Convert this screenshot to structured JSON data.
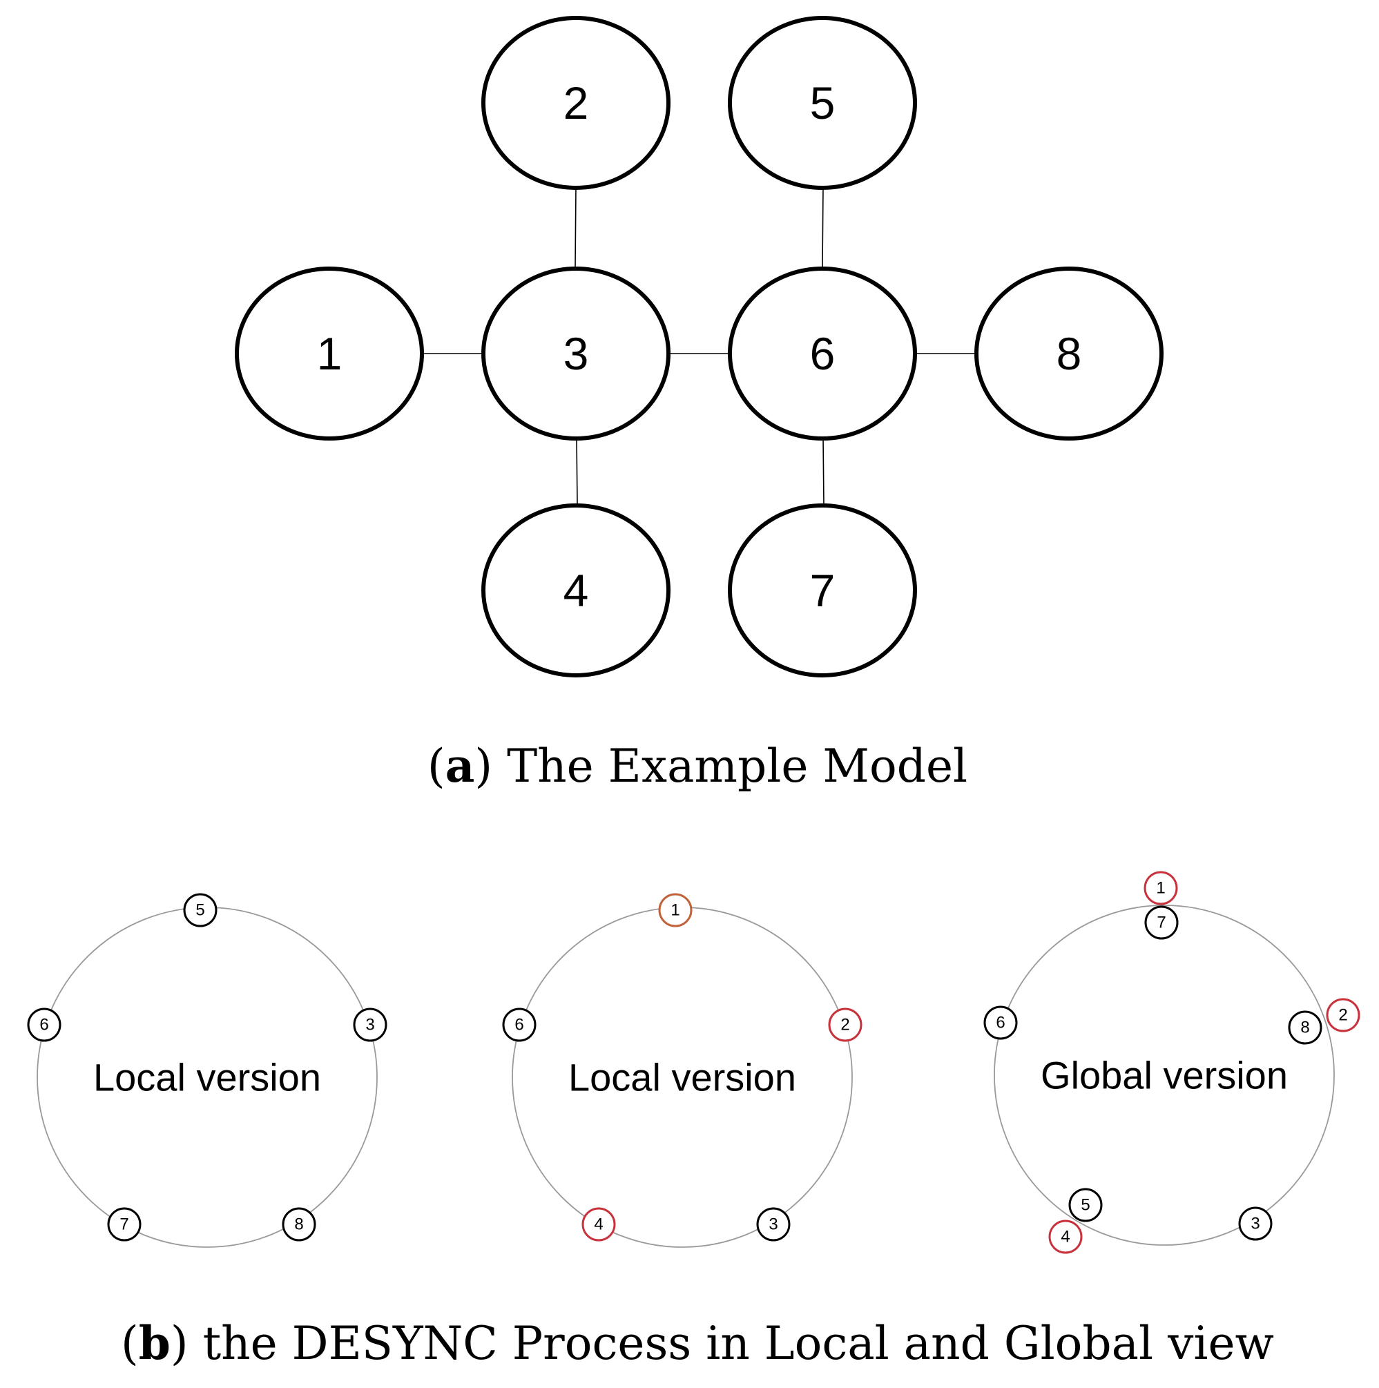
{
  "colors": {
    "black": "#000000",
    "red": "#c8323c",
    "orange": "#c0623a",
    "ring": "#9a9a9a"
  },
  "model": {
    "nodes": [
      "1",
      "2",
      "3",
      "4",
      "5",
      "6",
      "7",
      "8"
    ],
    "edges": [
      [
        "1",
        "3"
      ],
      [
        "2",
        "3"
      ],
      [
        "3",
        "4"
      ],
      [
        "3",
        "6"
      ],
      [
        "5",
        "6"
      ],
      [
        "6",
        "7"
      ],
      [
        "6",
        "8"
      ]
    ]
  },
  "caption_a": {
    "letter": "a",
    "text": "The Example Model"
  },
  "panels": [
    {
      "title": "Local version",
      "nodes": [
        {
          "label": "5",
          "color": "black"
        },
        {
          "label": "6",
          "color": "black"
        },
        {
          "label": "3",
          "color": "black"
        },
        {
          "label": "7",
          "color": "black"
        },
        {
          "label": "8",
          "color": "black"
        }
      ]
    },
    {
      "title": "Local version",
      "nodes": [
        {
          "label": "1",
          "color": "orange"
        },
        {
          "label": "6",
          "color": "black"
        },
        {
          "label": "2",
          "color": "red"
        },
        {
          "label": "4",
          "color": "red"
        },
        {
          "label": "3",
          "color": "black"
        }
      ]
    },
    {
      "title": "Global version",
      "nodes": [
        {
          "label": "1",
          "color": "red"
        },
        {
          "label": "7",
          "color": "black"
        },
        {
          "label": "6",
          "color": "black"
        },
        {
          "label": "8",
          "color": "black"
        },
        {
          "label": "2",
          "color": "red"
        },
        {
          "label": "5",
          "color": "black"
        },
        {
          "label": "4",
          "color": "red"
        },
        {
          "label": "3",
          "color": "black"
        }
      ]
    }
  ],
  "caption_b": {
    "letter": "b",
    "text": "the DESYNC Process in Local and Global view"
  }
}
